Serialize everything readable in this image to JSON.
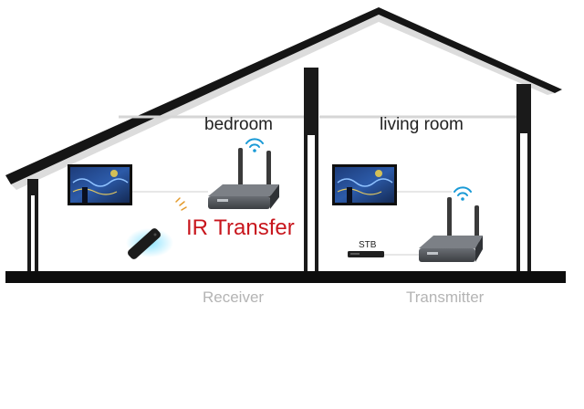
{
  "rooms": {
    "left": "bedroom",
    "right": "living room"
  },
  "ir_label": "IR Transfer",
  "stb_label": "STB",
  "captions": {
    "left": "Receiver",
    "right": "Transmitter"
  },
  "colors": {
    "roof": "#141414",
    "floor": "#0d0d0d",
    "ir_text": "#c8161d",
    "caption_text": "#b4b4b4",
    "wifi": "#1a9ad6",
    "device_body": "#4a4d52",
    "remote_glow": "#5ac8f0"
  },
  "icons": [
    "tv-icon",
    "wifi-icon",
    "remote-control-icon",
    "set-top-box-icon",
    "wireless-extender-icon"
  ]
}
